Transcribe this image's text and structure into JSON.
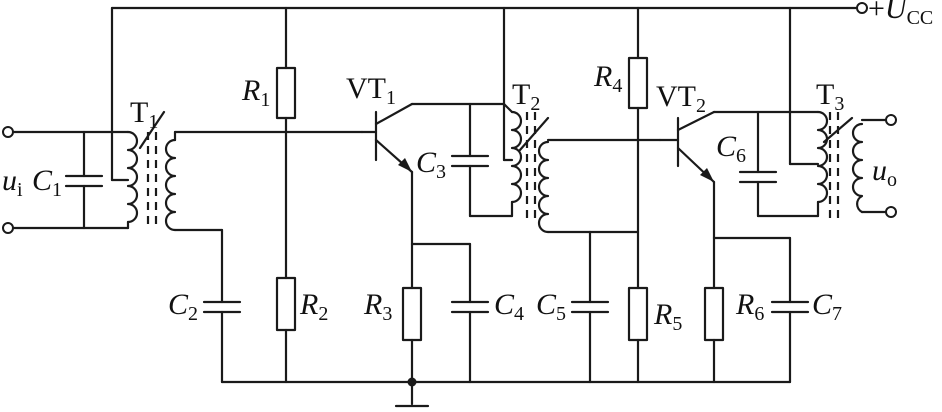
{
  "supply": {
    "prefix": "+",
    "sym": "U",
    "sub": "CC"
  },
  "input": {
    "sym": "u",
    "sub": "i"
  },
  "output": {
    "sym": "u",
    "sub": "o"
  },
  "transformers": [
    {
      "sym": "T",
      "sub": "1"
    },
    {
      "sym": "T",
      "sub": "2"
    },
    {
      "sym": "T",
      "sub": "3"
    }
  ],
  "transistors": [
    {
      "sym": "VT",
      "sub": "1"
    },
    {
      "sym": "VT",
      "sub": "2"
    }
  ],
  "capacitors": [
    {
      "sym": "C",
      "sub": "1"
    },
    {
      "sym": "C",
      "sub": "2"
    },
    {
      "sym": "C",
      "sub": "3"
    },
    {
      "sym": "C",
      "sub": "4"
    },
    {
      "sym": "C",
      "sub": "5"
    },
    {
      "sym": "C",
      "sub": "6"
    },
    {
      "sym": "C",
      "sub": "7"
    }
  ],
  "resistors": [
    {
      "sym": "R",
      "sub": "1"
    },
    {
      "sym": "R",
      "sub": "2"
    },
    {
      "sym": "R",
      "sub": "3"
    },
    {
      "sym": "R",
      "sub": "4"
    },
    {
      "sym": "R",
      "sub": "5"
    },
    {
      "sym": "R",
      "sub": "6"
    }
  ]
}
